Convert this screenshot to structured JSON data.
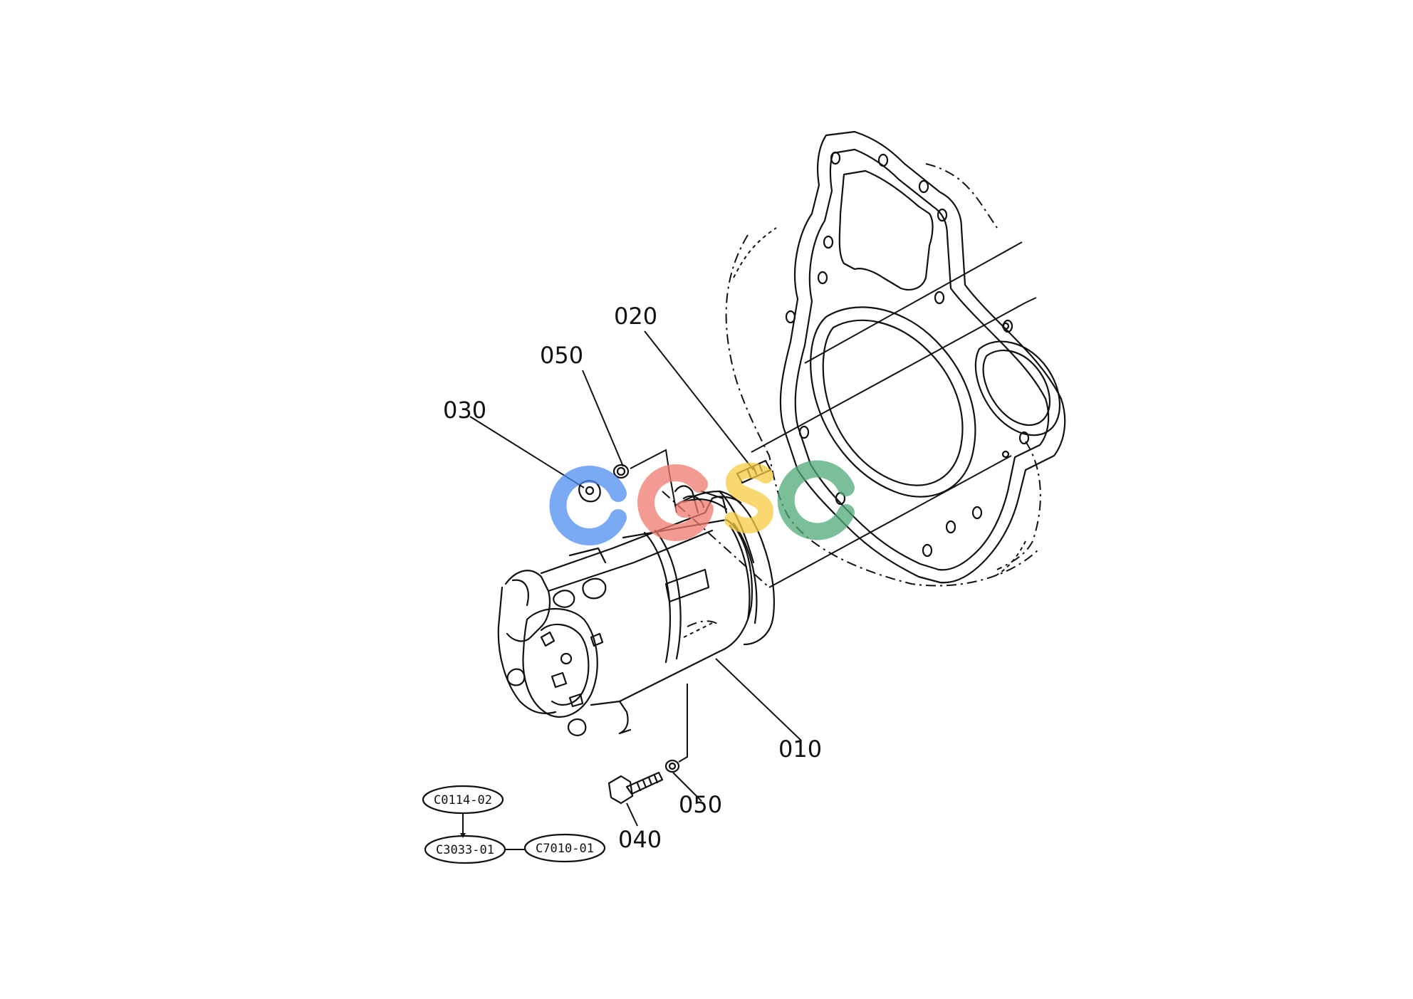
{
  "callouts": {
    "c010": "010",
    "c020": "020",
    "c030": "030",
    "c040": "040",
    "c050_top": "050",
    "c050_bottom": "050"
  },
  "references": {
    "ref1": "C0114-02",
    "ref2": "C3033-01",
    "ref3": "C7010-01"
  },
  "watermark": {
    "text": "CGSC",
    "colors": [
      "#4d8ef0",
      "#f07a6e",
      "#f7cc3f",
      "#4faa78"
    ]
  }
}
